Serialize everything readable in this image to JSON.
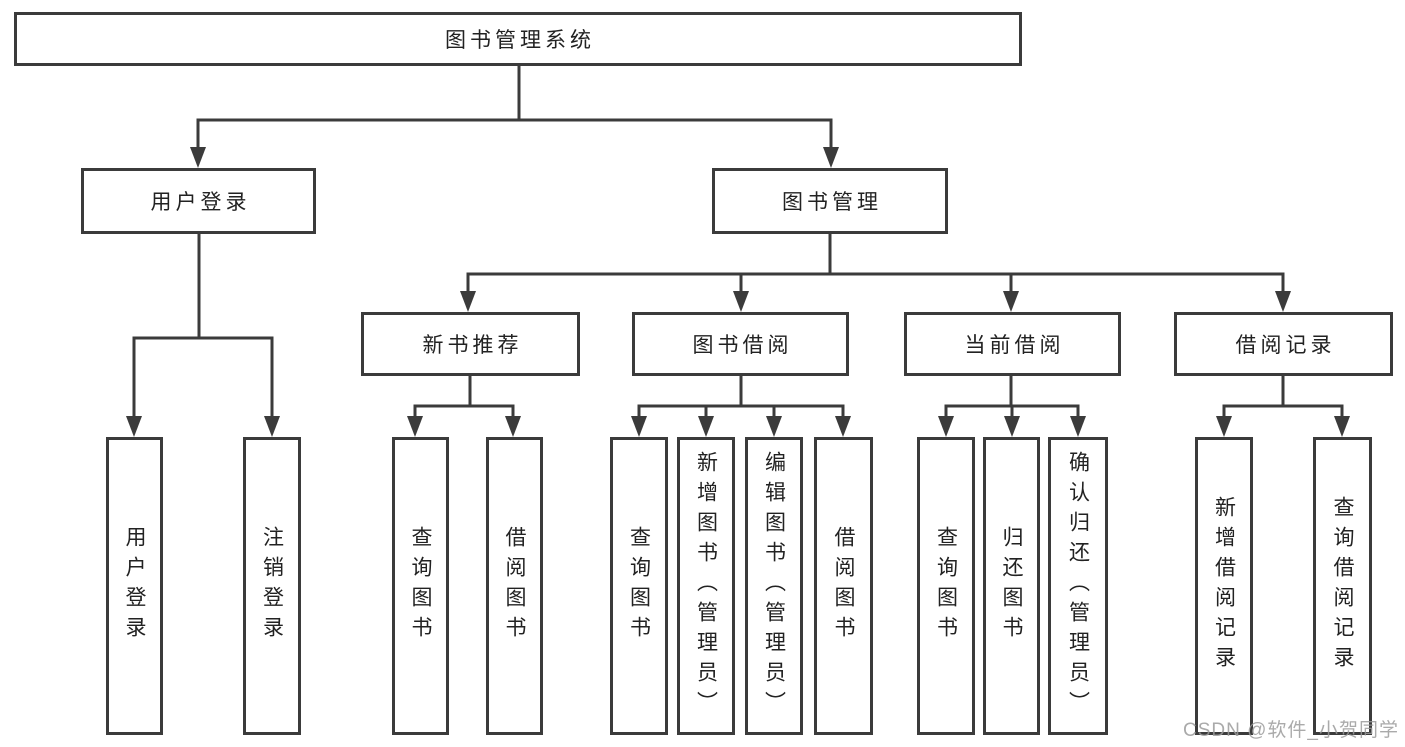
{
  "diagram": {
    "title": "图书管理系统",
    "user_login": {
      "label": "用户登录",
      "children": {
        "login": "用户登录",
        "logout": "注销登录"
      }
    },
    "book_mgmt": {
      "label": "图书管理",
      "new_book_rec": {
        "label": "新书推荐",
        "children": {
          "query_books": "查询图书",
          "borrow_books": "借阅图书"
        }
      },
      "book_borrow": {
        "label": "图书借阅",
        "children": {
          "query_books": "查询图书",
          "add_books": "新增图书（管理员）",
          "edit_books": "编辑图书（管理员）",
          "borrow_books": "借阅图书"
        }
      },
      "current_borrow": {
        "label": "当前借阅",
        "children": {
          "query_books": "查询图书",
          "return_books": "归还图书",
          "confirm_return": "确认归还（管理员）"
        }
      },
      "borrow_records": {
        "label": "借阅记录",
        "children": {
          "add_record": "新增借阅记录",
          "query_record": "查询借阅记录"
        }
      }
    }
  },
  "colors": {
    "line": "#3b3b3b",
    "text": "#222222",
    "background": "#ffffff",
    "watermark": "#9b9b9b"
  },
  "watermark": {
    "text": "CSDN @软件_小贺同学"
  }
}
